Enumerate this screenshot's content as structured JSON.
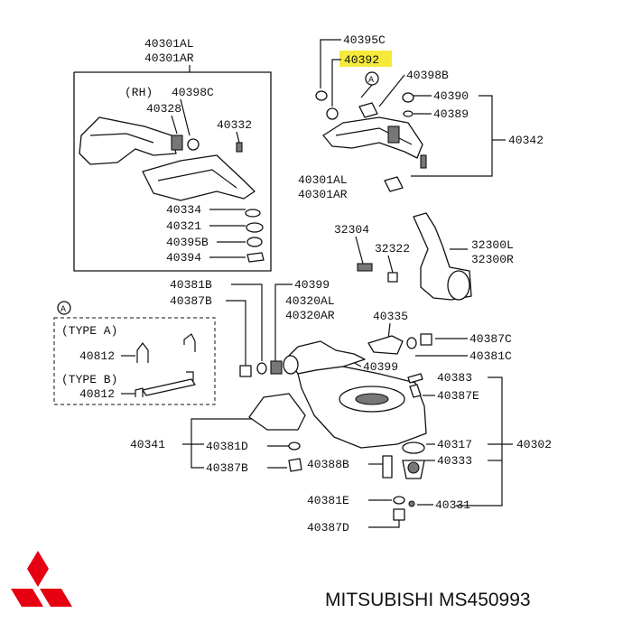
{
  "labels": {
    "l_40301AL_top": "40301AL",
    "l_40301AR_top": "40301AR",
    "l_rh": "(RH)",
    "l_40398C": "40398C",
    "l_40328": "40328",
    "l_40332": "40332",
    "l_40334": "40334",
    "l_40321": "40321",
    "l_40395B": "40395B",
    "l_40394": "40394",
    "l_40395C": "40395C",
    "l_40392": "40392",
    "l_40398B": "40398B",
    "l_circA_top": "A",
    "l_40390": "40390",
    "l_40389": "40389",
    "l_40342": "40342",
    "l_40301AL_mid": "40301AL",
    "l_40301AR_mid": "40301AR",
    "l_32304": "32304",
    "l_32322": "32322",
    "l_32300L": "32300L",
    "l_32300R": "32300R",
    "l_40381B": "40381B",
    "l_40387B_top": "40387B",
    "l_40399_top": "40399",
    "l_40320AL": "40320AL",
    "l_40320AR": "40320AR",
    "l_circA_box": "A",
    "l_typeA": "(TYPE A)",
    "l_40812_a": "40812",
    "l_typeB": "(TYPE B)",
    "l_40812_b": "40812",
    "l_40335": "40335",
    "l_40387C": "40387C",
    "l_40381C": "40381C",
    "l_40399_mid": "40399",
    "l_40383": "40383",
    "l_40387E": "40387E",
    "l_40341": "40341",
    "l_40381D": "40381D",
    "l_40387B_bot": "40387B",
    "l_40388B": "40388B",
    "l_40317": "40317",
    "l_40302": "40302",
    "l_40333": "40333",
    "l_40381E": "40381E",
    "l_40331": "40331",
    "l_40387D": "40387D"
  },
  "highlight_color": "#f5ea3c",
  "brand_logo": "mitsubishi-three-diamonds-logo",
  "brand_logo_color": "#e60012",
  "caption": "MITSUBISHI MS450993"
}
